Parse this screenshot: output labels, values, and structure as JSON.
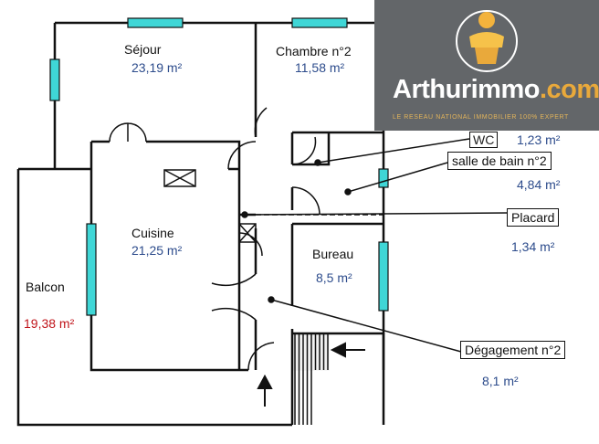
{
  "rooms": {
    "sejour": {
      "name": "Séjour",
      "area": "23,19  m²"
    },
    "chambre2": {
      "name": "Chambre n°2",
      "area": "11,58  m²"
    },
    "cuisine": {
      "name": "Cuisine",
      "area": "21,25  m²"
    },
    "bureau": {
      "name": "Bureau",
      "area": "8,5  m²"
    },
    "balcon": {
      "name": "Balcon",
      "area": "19,38  m²"
    },
    "wc": {
      "name": "WC",
      "area": "1,23  m²"
    },
    "sdb2": {
      "name": "salle de bain n°2",
      "area": "4,84  m²"
    },
    "placard": {
      "name": "Placard",
      "area": "1,34  m²"
    },
    "degagement2": {
      "name": "Dégagement n°2",
      "area": "8,1  m²"
    }
  },
  "logo": {
    "brand": "Arthurimmo",
    "brand_suffix": ".com",
    "tagline": "LE RESEAU NATIONAL IMMOBILIER 100% EXPERT"
  },
  "colors": {
    "window": "#3fd6d6",
    "logo_bg": "#636669",
    "area_text": "#2d4c8c",
    "balcony_area": "#c0141a",
    "logo_accent": "#e9a93b"
  }
}
